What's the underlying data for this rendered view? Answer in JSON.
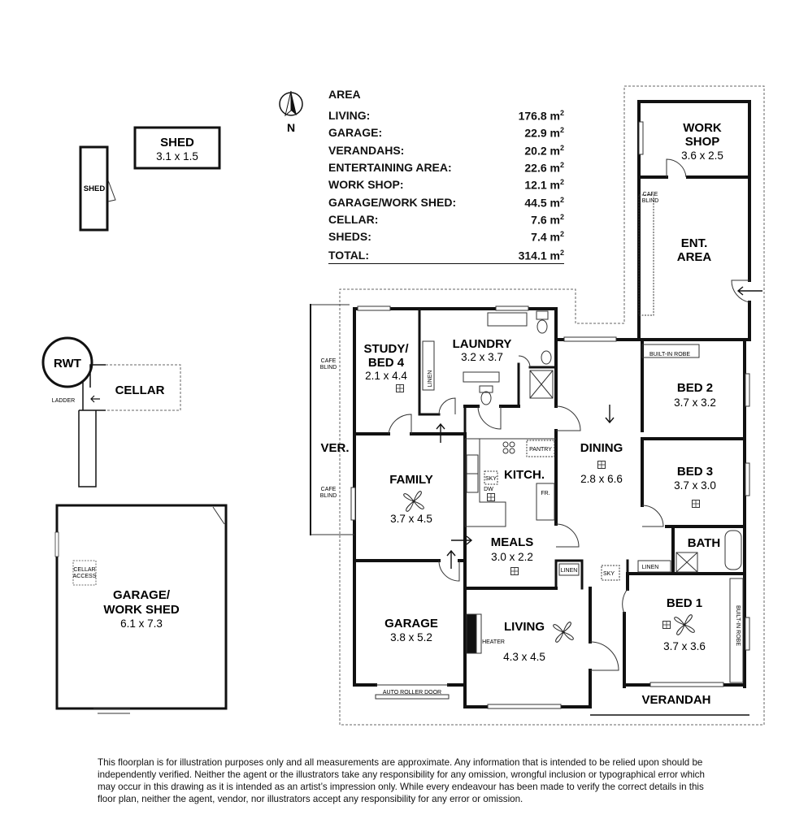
{
  "area": {
    "heading": "AREA",
    "unit": "m",
    "rows": [
      {
        "label": "LIVING:",
        "value": "176.8"
      },
      {
        "label": "GARAGE:",
        "value": "22.9"
      },
      {
        "label": "VERANDAHS:",
        "value": "20.2"
      },
      {
        "label": "ENTERTAINING AREA:",
        "value": "22.6"
      },
      {
        "label": "WORK SHOP:",
        "value": "12.1"
      },
      {
        "label": "GARAGE/WORK SHED:",
        "value": "44.5"
      },
      {
        "label": "CELLAR:",
        "value": "7.6"
      },
      {
        "label": "SHEDS:",
        "value": "7.4"
      }
    ],
    "total": {
      "label": "TOTAL:",
      "value": "314.1"
    }
  },
  "compass": {
    "label": "N"
  },
  "rooms": {
    "shed1": {
      "name": "SHED",
      "dims": "3.1 x 1.5"
    },
    "shed2": {
      "name": "SHED"
    },
    "rwt": {
      "name": "RWT"
    },
    "cellar": {
      "name": "CELLAR",
      "ladder": "LADDER"
    },
    "garage_work_shed": {
      "name1": "GARAGE/",
      "name2": "WORK SHED",
      "dims": "6.1 x 7.3",
      "cellar_access1": "CELLAR",
      "cellar_access2": "ACCESS"
    },
    "work_shop": {
      "name1": "WORK",
      "name2": "SHOP",
      "dims": "3.6 x 2.5"
    },
    "ent_area": {
      "name1": "ENT.",
      "name2": "AREA",
      "cafe_blind1": "CAFE",
      "cafe_blind2": "BLIND"
    },
    "study": {
      "name1": "STUDY/",
      "name2": "BED 4",
      "dims": "2.1 x 4.4"
    },
    "laundry": {
      "name": "LAUNDRY",
      "dims": "3.2 x 3.7"
    },
    "linen1": {
      "name": "LINEN"
    },
    "ver": {
      "name": "VER.",
      "cafe_a1": "CAFE",
      "cafe_a2": "BLIND",
      "cafe_b1": "CAFE",
      "cafe_b2": "BLIND"
    },
    "family": {
      "name": "FAMILY",
      "dims": "3.7 x 4.5"
    },
    "kitchen": {
      "name": "KITCH.",
      "pantry": "PANTRY",
      "sky": "SKY",
      "dw": "DW",
      "fr": "FR."
    },
    "dining": {
      "name": "DINING",
      "dims": "2.8 x 6.6"
    },
    "bed2": {
      "name": "BED 2",
      "dims": "3.7 x 3.2",
      "robe": "BUILT-IN ROBE"
    },
    "bed3": {
      "name": "BED 3",
      "dims": "3.7 x 3.0"
    },
    "bath": {
      "name": "BATH"
    },
    "linen2": {
      "name": "LINEN"
    },
    "linen3": {
      "name": "LINEN"
    },
    "sky2": {
      "name": "SKY"
    },
    "meals": {
      "name": "MEALS",
      "dims": "3.0 x 2.2"
    },
    "garage": {
      "name": "GARAGE",
      "dims": "3.8 x 5.2",
      "door": "AUTO ROLLER DOOR"
    },
    "living": {
      "name": "LIVING",
      "dims": "4.3 x 4.5",
      "heater": "HEATER"
    },
    "bed1": {
      "name": "BED 1",
      "dims": "3.7 x 3.6",
      "robe": "BUILT-IN ROBE"
    },
    "verandah": {
      "name": "VERANDAH"
    }
  },
  "disclaimer": "This floorplan is for illustration purposes only and all measurements are approximate. Any information that is intended to be relied upon should be independently verified. Neither the agent or the illustrators take any responsibility for any omission, wrongful inclusion or typographical error which may occur in this drawing as it is intended as an artist’s impression only. While every endeavour has been made to verify the correct details in this floor plan, neither the agent, vendor, nor illustrators accept any responsibility for any error or omission."
}
